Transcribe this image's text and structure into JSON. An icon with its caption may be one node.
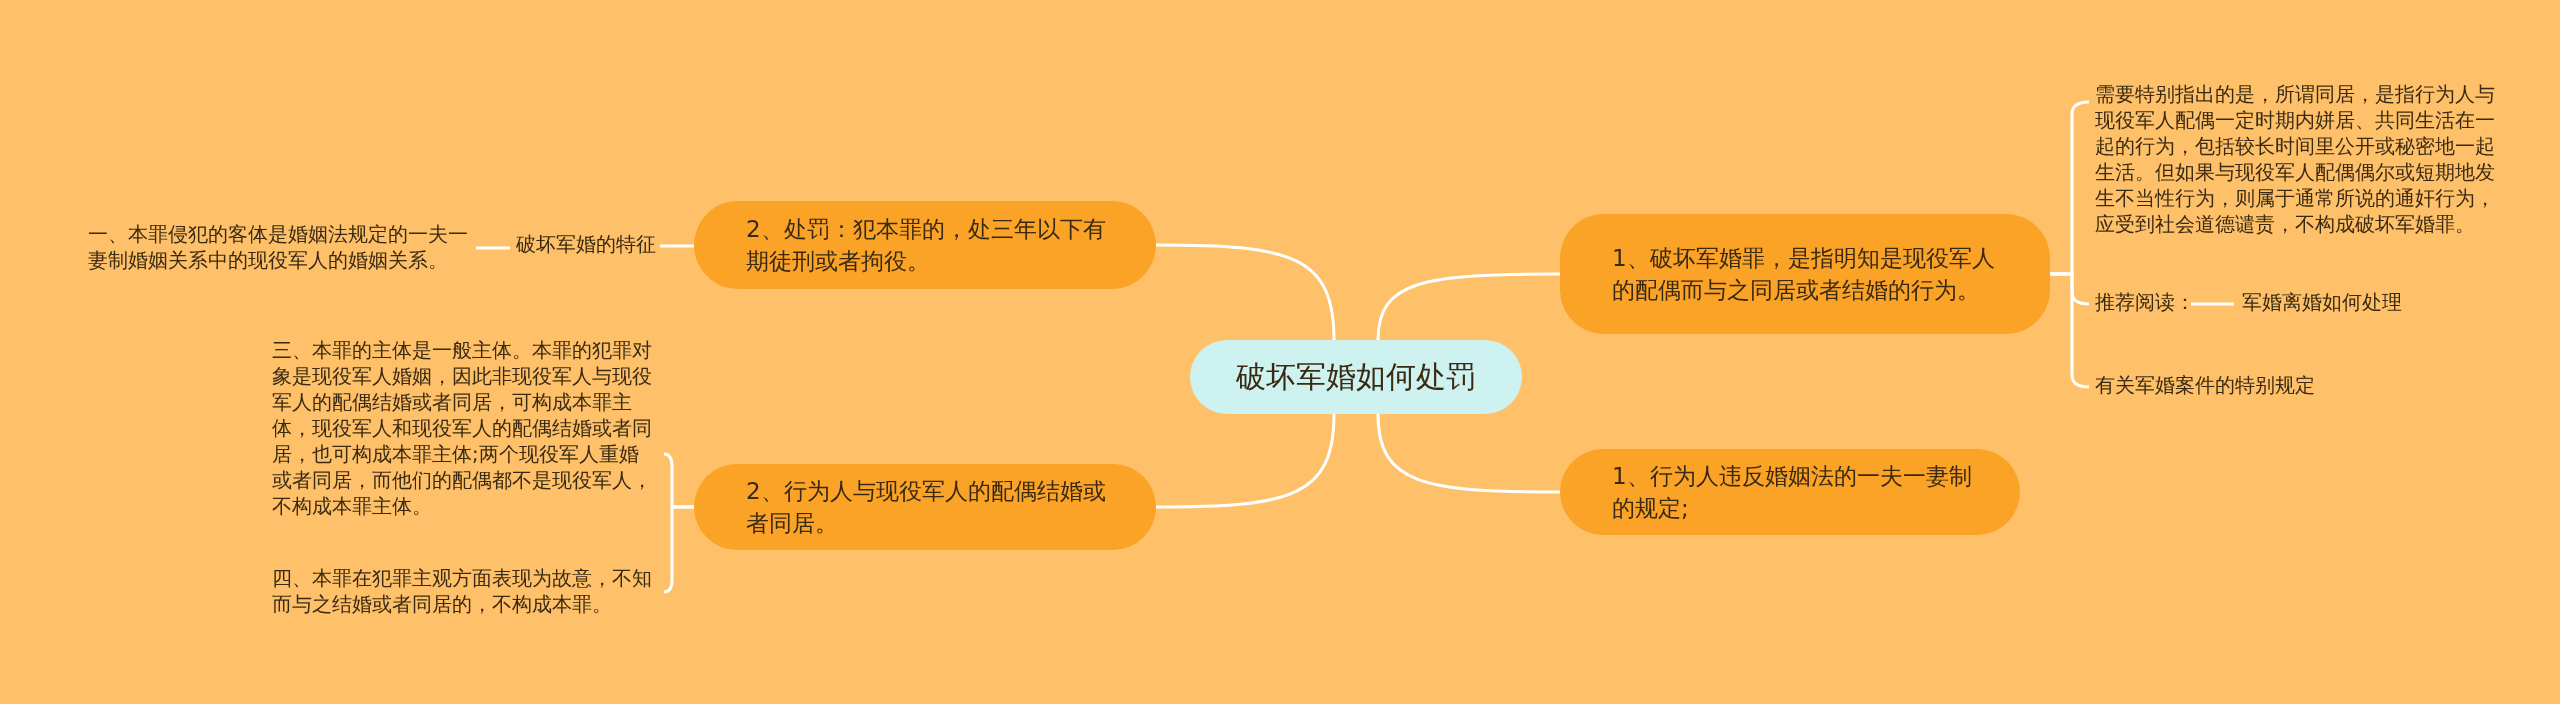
{
  "diagram": {
    "nodes": [
      {
        "text": [
          "破坏军婚如何处罚"
        ]
      },
      {
        "text": [
          "1、破坏军婚罪，是指明知是现役军人的配偶而与之同居或者结婚的行为。"
        ]
      },
      {
        "text": [
          "需要特别指出的是，所谓同居，是指行为人与现役军人配偶一定时期内姘居、共同生活在一起的行为，包括较长时间里公开或秘密地一起生活。但如果与现役军人配偶偶尔或短期地发生不当性行为，则属于通常所说的通奸行为，应受到社会道德谴责，不构成破坏军婚罪。"
        ]
      },
      {
        "text": [
          "推荐阅读："
        ]
      },
      {
        "text": [
          "军婚离婚如何处理"
        ]
      },
      {
        "text": [
          "有关军婚案件的特别规定"
        ]
      },
      {
        "text": [
          "1、行为人违反婚姻法的一夫一妻制的规定;"
        ]
      },
      {
        "text": [
          "2、处罚：犯本罪的，处三年以下有期徒刑或者拘役。"
        ]
      },
      {
        "text": [
          "破坏军婚的特征"
        ]
      },
      {
        "text": [
          "一、本罪侵犯的客体是婚姻法规定的一夫一妻制婚姻关系中的现役军人的婚姻关系。"
        ]
      },
      {
        "text": [
          "2、行为人与现役军人的配偶结婚或者同居。"
        ]
      },
      {
        "text": [
          "三、本罪的主体是一般主体。本罪的犯罪对象是现役军人婚姻，因此非现役军人与现役军人的配偶结婚或者同居，可构成本罪主体，现役军人和现役军人的配偶结婚或者同居，也可构成本罪主体;两个现役军人重婚或者同居，而他们的配偶都不是现役军人，不构成本罪主体。"
        ]
      },
      {
        "text": [
          "四、本罪在犯罪主观方面表现为故意，不知而与之结婚或者同居的，不构成本罪。"
        ]
      }
    ],
    "edges": [
      {
        "from": 0,
        "to": 1,
        "arrow": "none"
      },
      {
        "from": 1,
        "to": 2,
        "arrow": "none"
      },
      {
        "from": 1,
        "to": 3,
        "arrow": "none"
      },
      {
        "from": 3,
        "to": 4,
        "arrow": "none"
      },
      {
        "from": 1,
        "to": 5,
        "arrow": "none"
      },
      {
        "from": 0,
        "to": 6,
        "arrow": "none"
      },
      {
        "from": 0,
        "to": 7,
        "arrow": "none"
      },
      {
        "from": 7,
        "to": 8,
        "arrow": "none"
      },
      {
        "from": 8,
        "to": 9,
        "arrow": "none"
      },
      {
        "from": 0,
        "to": 10,
        "arrow": "none"
      },
      {
        "from": 10,
        "to": 11,
        "arrow": "none"
      },
      {
        "from": 10,
        "to": 12,
        "arrow": "none"
      }
    ]
  }
}
